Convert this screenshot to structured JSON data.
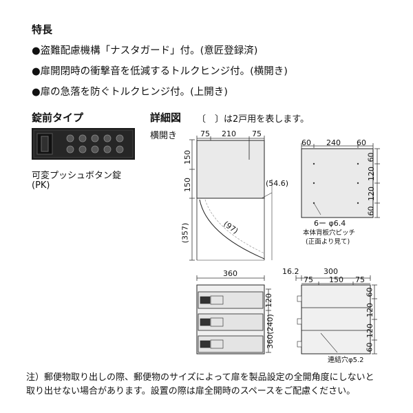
{
  "heading": "特長",
  "features": [
    "●盗難配慮機構「ナスタガード」付。(意匠登録済)",
    "●扉開閉時の衝撃音を低減するトルクヒンジ付。(横開き)",
    "●扉の急落を防ぐトルクヒンジ付。(上開き)"
  ],
  "lock": {
    "title": "錠前タイプ",
    "caption_line1": "可変プッシュボタン錠",
    "caption_line2": "(PK)"
  },
  "detail": {
    "title": "詳細図",
    "bracket_note": "〔　〕は2戸用を表します。",
    "side_label": "横開き"
  },
  "dims": {
    "front_top": [
      "75",
      "210",
      "75"
    ],
    "front_left": [
      "150",
      "150",
      "(357)"
    ],
    "front_side": "(54.6)",
    "front_arc": "(97)",
    "back_top": [
      "60",
      "240",
      "60"
    ],
    "back_right": [
      "60",
      "120",
      "120",
      "60"
    ],
    "hole_label": "6ー φ6.4",
    "hole_note1": "本体背板穴ピッチ",
    "hole_note2": "(正面より見て)",
    "stack_top": "360",
    "stack_right_a": "120",
    "stack_right_b": "360(240)",
    "rear_top_a": "16.2",
    "rear_top_b": "300",
    "rear_top_c": [
      "75",
      "150",
      "75"
    ],
    "rear_right": [
      "60",
      "120",
      "120",
      "60"
    ],
    "rear_hole": "連結穴φ5.2"
  },
  "note_line1": "注）郵便物取り出しの際、郵便物のサイズによって扉を製品設定の全開角度にしないと",
  "note_line2": "取り出せない場合があります。設置の際は扉全開時のスペースをご配慮ください。"
}
